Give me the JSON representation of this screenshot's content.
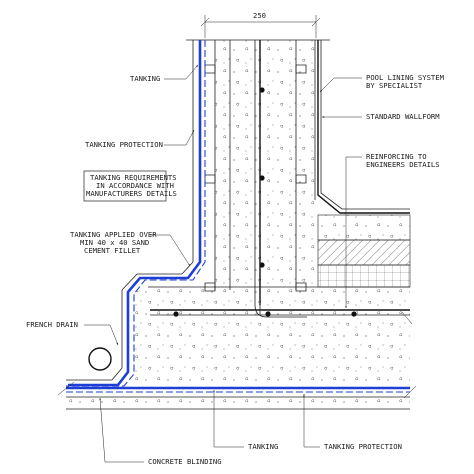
{
  "dimension": {
    "value": "250"
  },
  "labels": {
    "tanking_top": "TANKING",
    "tanking_protection_top": "TANKING PROTECTION",
    "requirements": [
      "TANKING REQUIREMENTS",
      "IN ACCORDANCE WITH",
      "MANUFACTURERS DETAILS"
    ],
    "fillet": [
      "TANKING APPLIED OVER",
      "MIN 40 x 40 SAND",
      "CEMENT FILLET"
    ],
    "french_drain": "FRENCH DRAIN",
    "pool_lining": [
      "POOL LINING SYSTEM",
      "BY SPECIALIST"
    ],
    "wallform": "STANDARD WALLFORM",
    "reinforcing": [
      "REINFORCING TO",
      "ENGINEERS DETAILS"
    ],
    "concrete_blinding": "CONCRETE BLINDING",
    "tanking_bottom": "TANKING",
    "tanking_protection_bottom": "TANKING PROTECTION"
  },
  "colors": {
    "tanking": "#1e3fd6",
    "linework": "#222222"
  }
}
